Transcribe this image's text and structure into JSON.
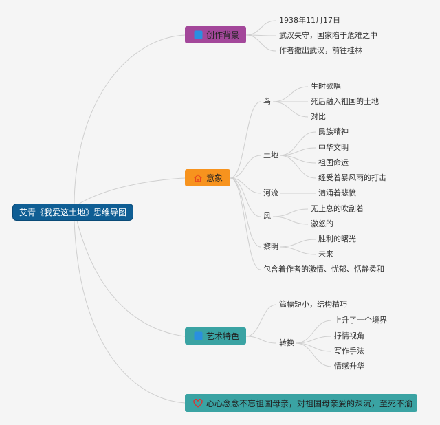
{
  "title": "艾青《我爱这土地》思维导图",
  "colors": {
    "central": "#0f5e94",
    "background": "#a3479a",
    "imagery": "#f7931e",
    "art": "#3aa3a3",
    "theme": "#3aa3a3"
  },
  "branches": [
    {
      "label": "创作背景",
      "icon": "blue-square-icon",
      "children": [
        "1938年11月17日",
        "武汉失守，国家陷于危难之中",
        "作者撤出武汉，前往桂林"
      ]
    },
    {
      "label": "意象",
      "icon": "home-icon",
      "children": [
        {
          "label": "鸟",
          "children": [
            "生时歌唱",
            "死后融入祖国的土地",
            "对比"
          ]
        },
        {
          "label": "土地",
          "children": [
            "民族精神",
            "中华文明",
            "祖国命运",
            "经受着暴风雨的打击"
          ]
        },
        {
          "label": "河流",
          "children": [
            "汹涌着悲愤"
          ]
        },
        {
          "label": "风",
          "children": [
            "无止息的吹刮着",
            "激怒的"
          ]
        },
        {
          "label": "黎明",
          "children": [
            "胜利的曙光",
            "未来"
          ]
        },
        {
          "label": "包含着作者的激情、忧郁、恬静柔和"
        }
      ]
    },
    {
      "label": "艺术特色",
      "icon": "blue-square-icon",
      "children": [
        {
          "label": "篇幅短小，结构精巧"
        },
        {
          "label": "转换",
          "children": [
            "上升了一个境界",
            "抒情视角",
            "写作手法",
            "情感升华"
          ]
        }
      ]
    },
    {
      "label": "心心念念不忘祖国母亲，对祖国母亲爱的深沉，至死不渝",
      "icon": "heart-icon"
    }
  ]
}
